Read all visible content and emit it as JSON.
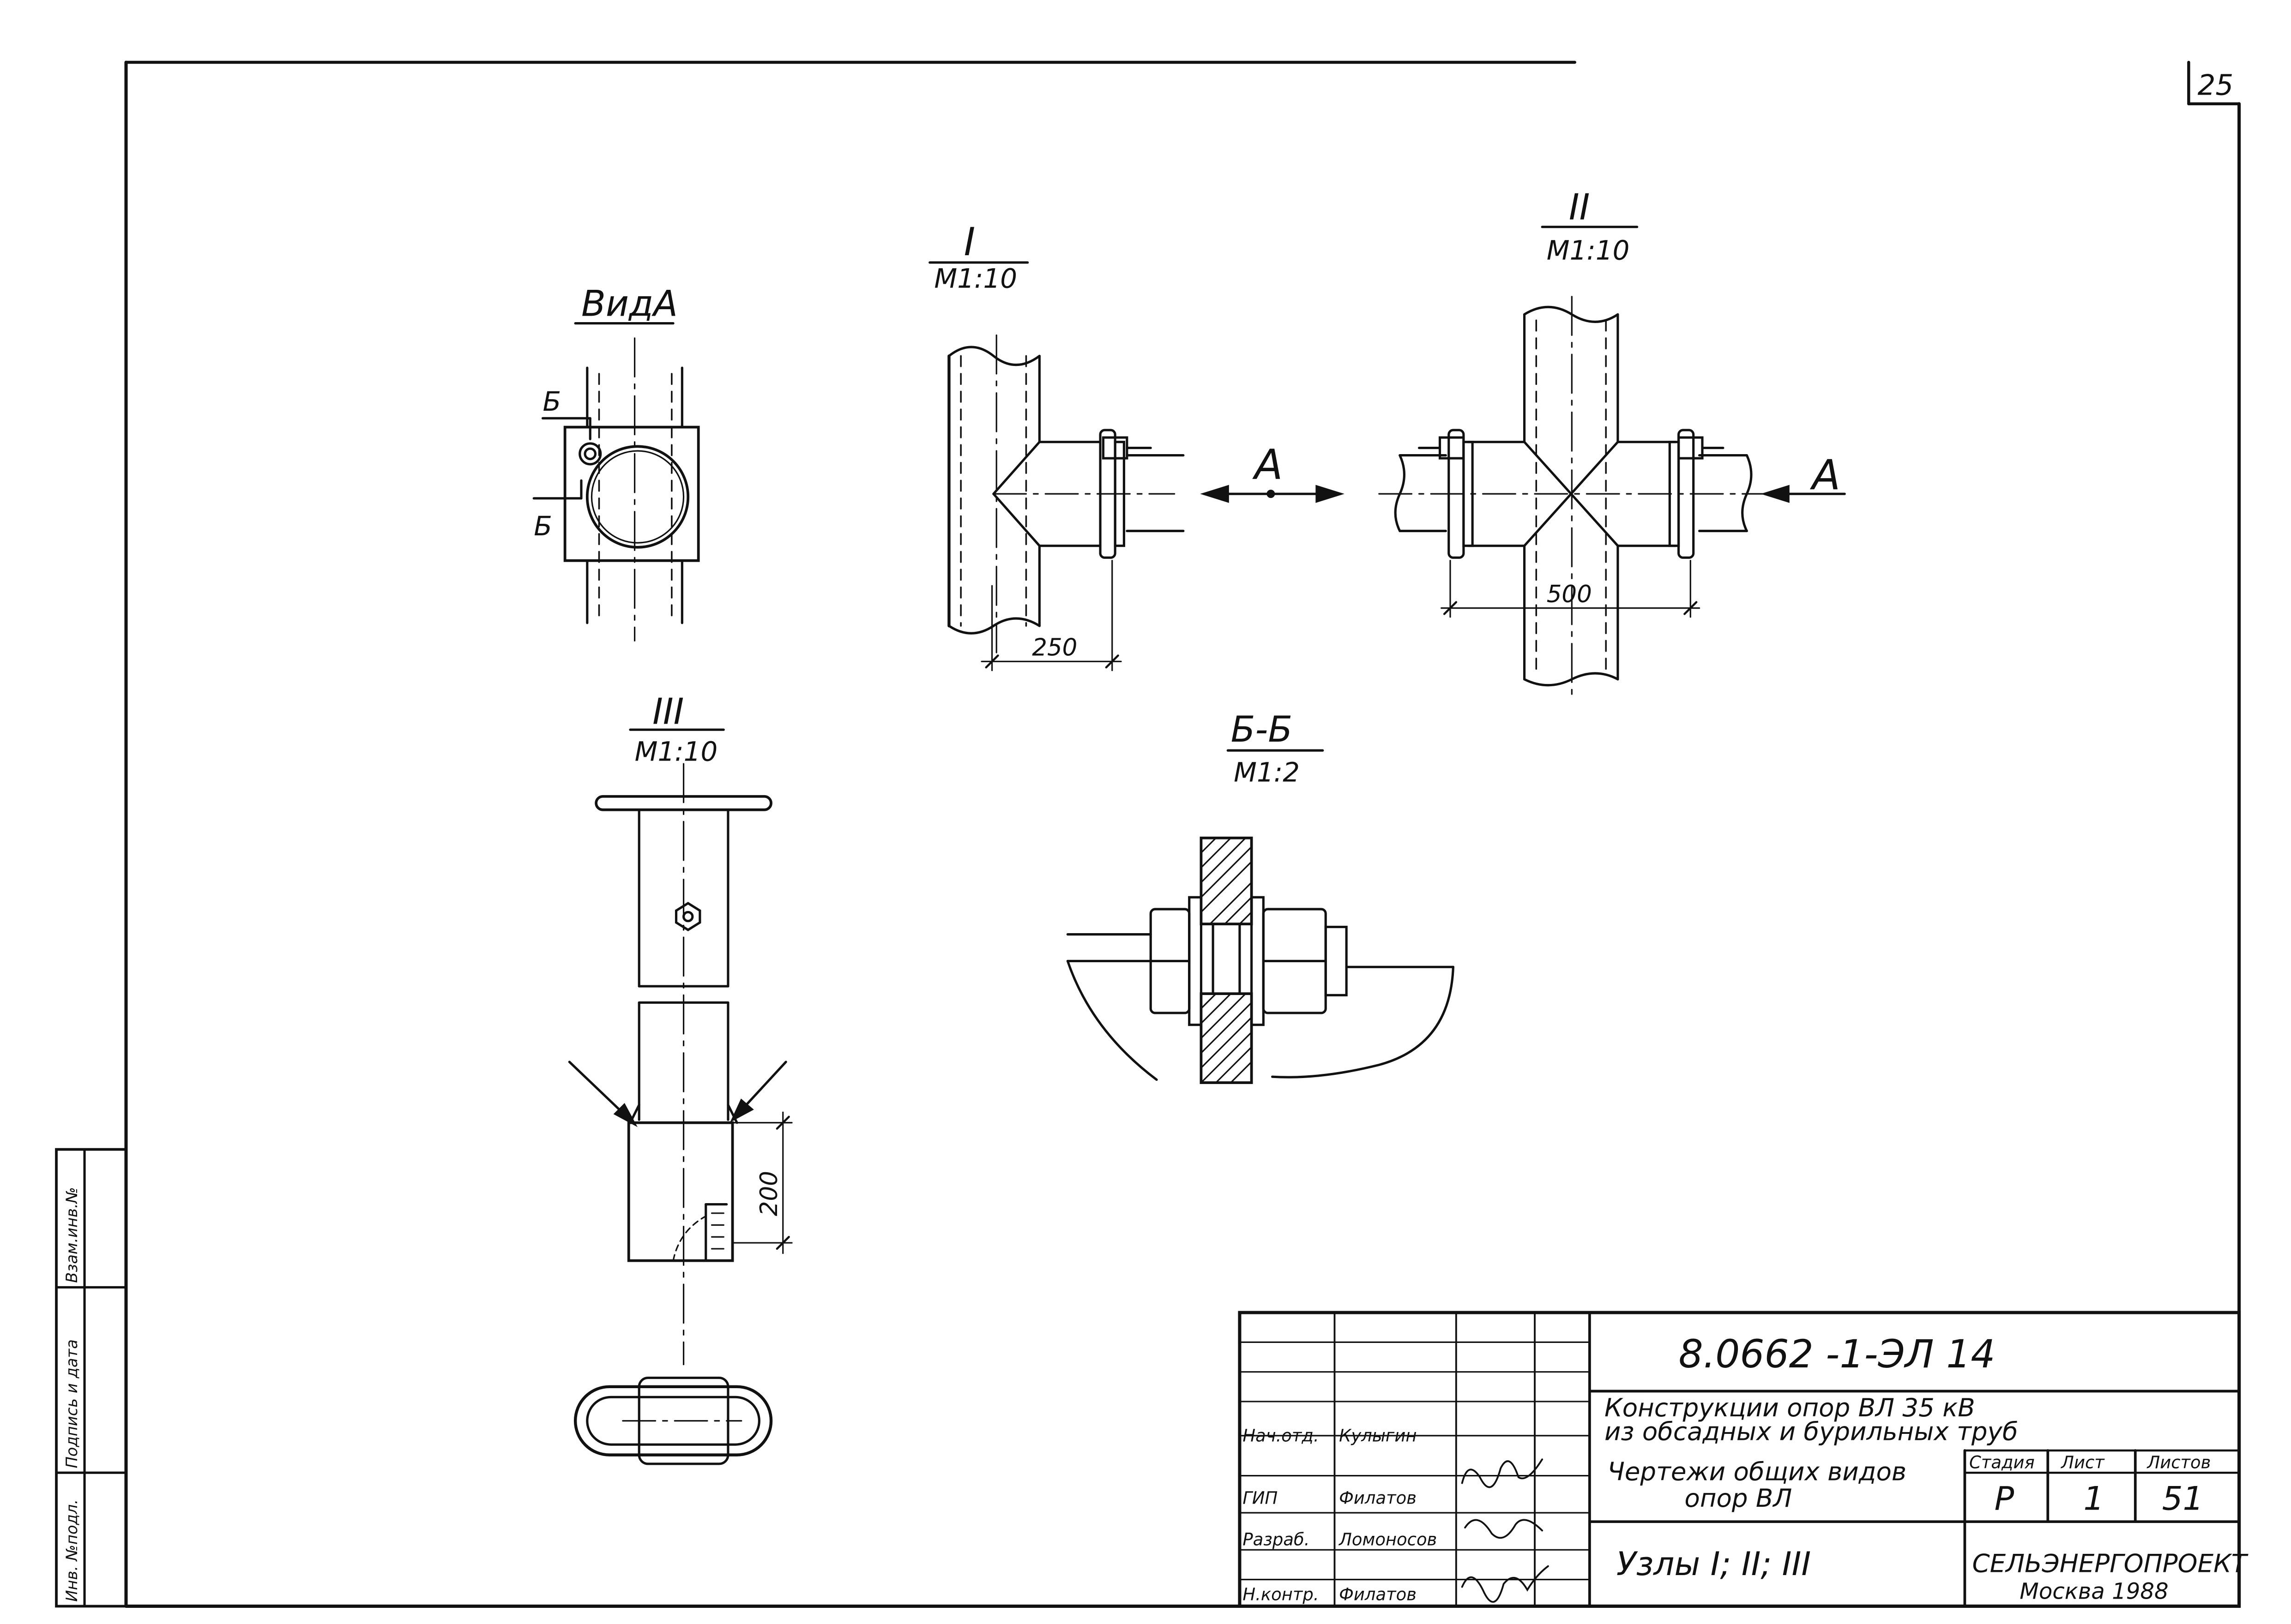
{
  "sheet": {
    "page_number": "25"
  },
  "views": {
    "view_a": {
      "title": "ВидА",
      "section_mark": "Б"
    },
    "node_1": {
      "title": "I",
      "scale": "М1:10",
      "arrow_label": "А",
      "dimension": "250"
    },
    "node_2": {
      "title": "II",
      "scale": "М1:10",
      "arrow_label": "А",
      "dimension": "500"
    },
    "node_3": {
      "title": "III",
      "scale": "М1:10",
      "dimension": "200"
    },
    "section_bb": {
      "title": "Б-Б",
      "scale": "М1:2"
    }
  },
  "side_strip": {
    "cells": [
      "Инв. №подл.",
      "Подпись и дата",
      "Взам.инв.№"
    ]
  },
  "title_block": {
    "document_code": "8.0662 -1-ЭЛ 14",
    "project_title_line1": "Конструкции опор ВЛ 35 кВ",
    "project_title_line2": "из обсадных и бурильных труб",
    "sheet_title_line1": "Чертежи общих видов",
    "sheet_title_line2": "опор ВЛ",
    "drawing_title": "Узлы I; II; III",
    "organization": "СЕЛЬЭНЕРГОПРОЕКТ",
    "city_year": "Москва 1988",
    "stage_header": "Стадия",
    "sheet_header": "Лист",
    "sheets_header": "Листов",
    "stage": "Р",
    "sheet": "1",
    "sheets": "51",
    "signers": [
      {
        "role": "Нач.отд.",
        "name": "Кулыгин"
      },
      {
        "role": "ГИП",
        "name": "Филатов"
      },
      {
        "role": "Разраб.",
        "name": "Ломоносов"
      },
      {
        "role": "Н.контр.",
        "name": "Филатов"
      }
    ]
  }
}
